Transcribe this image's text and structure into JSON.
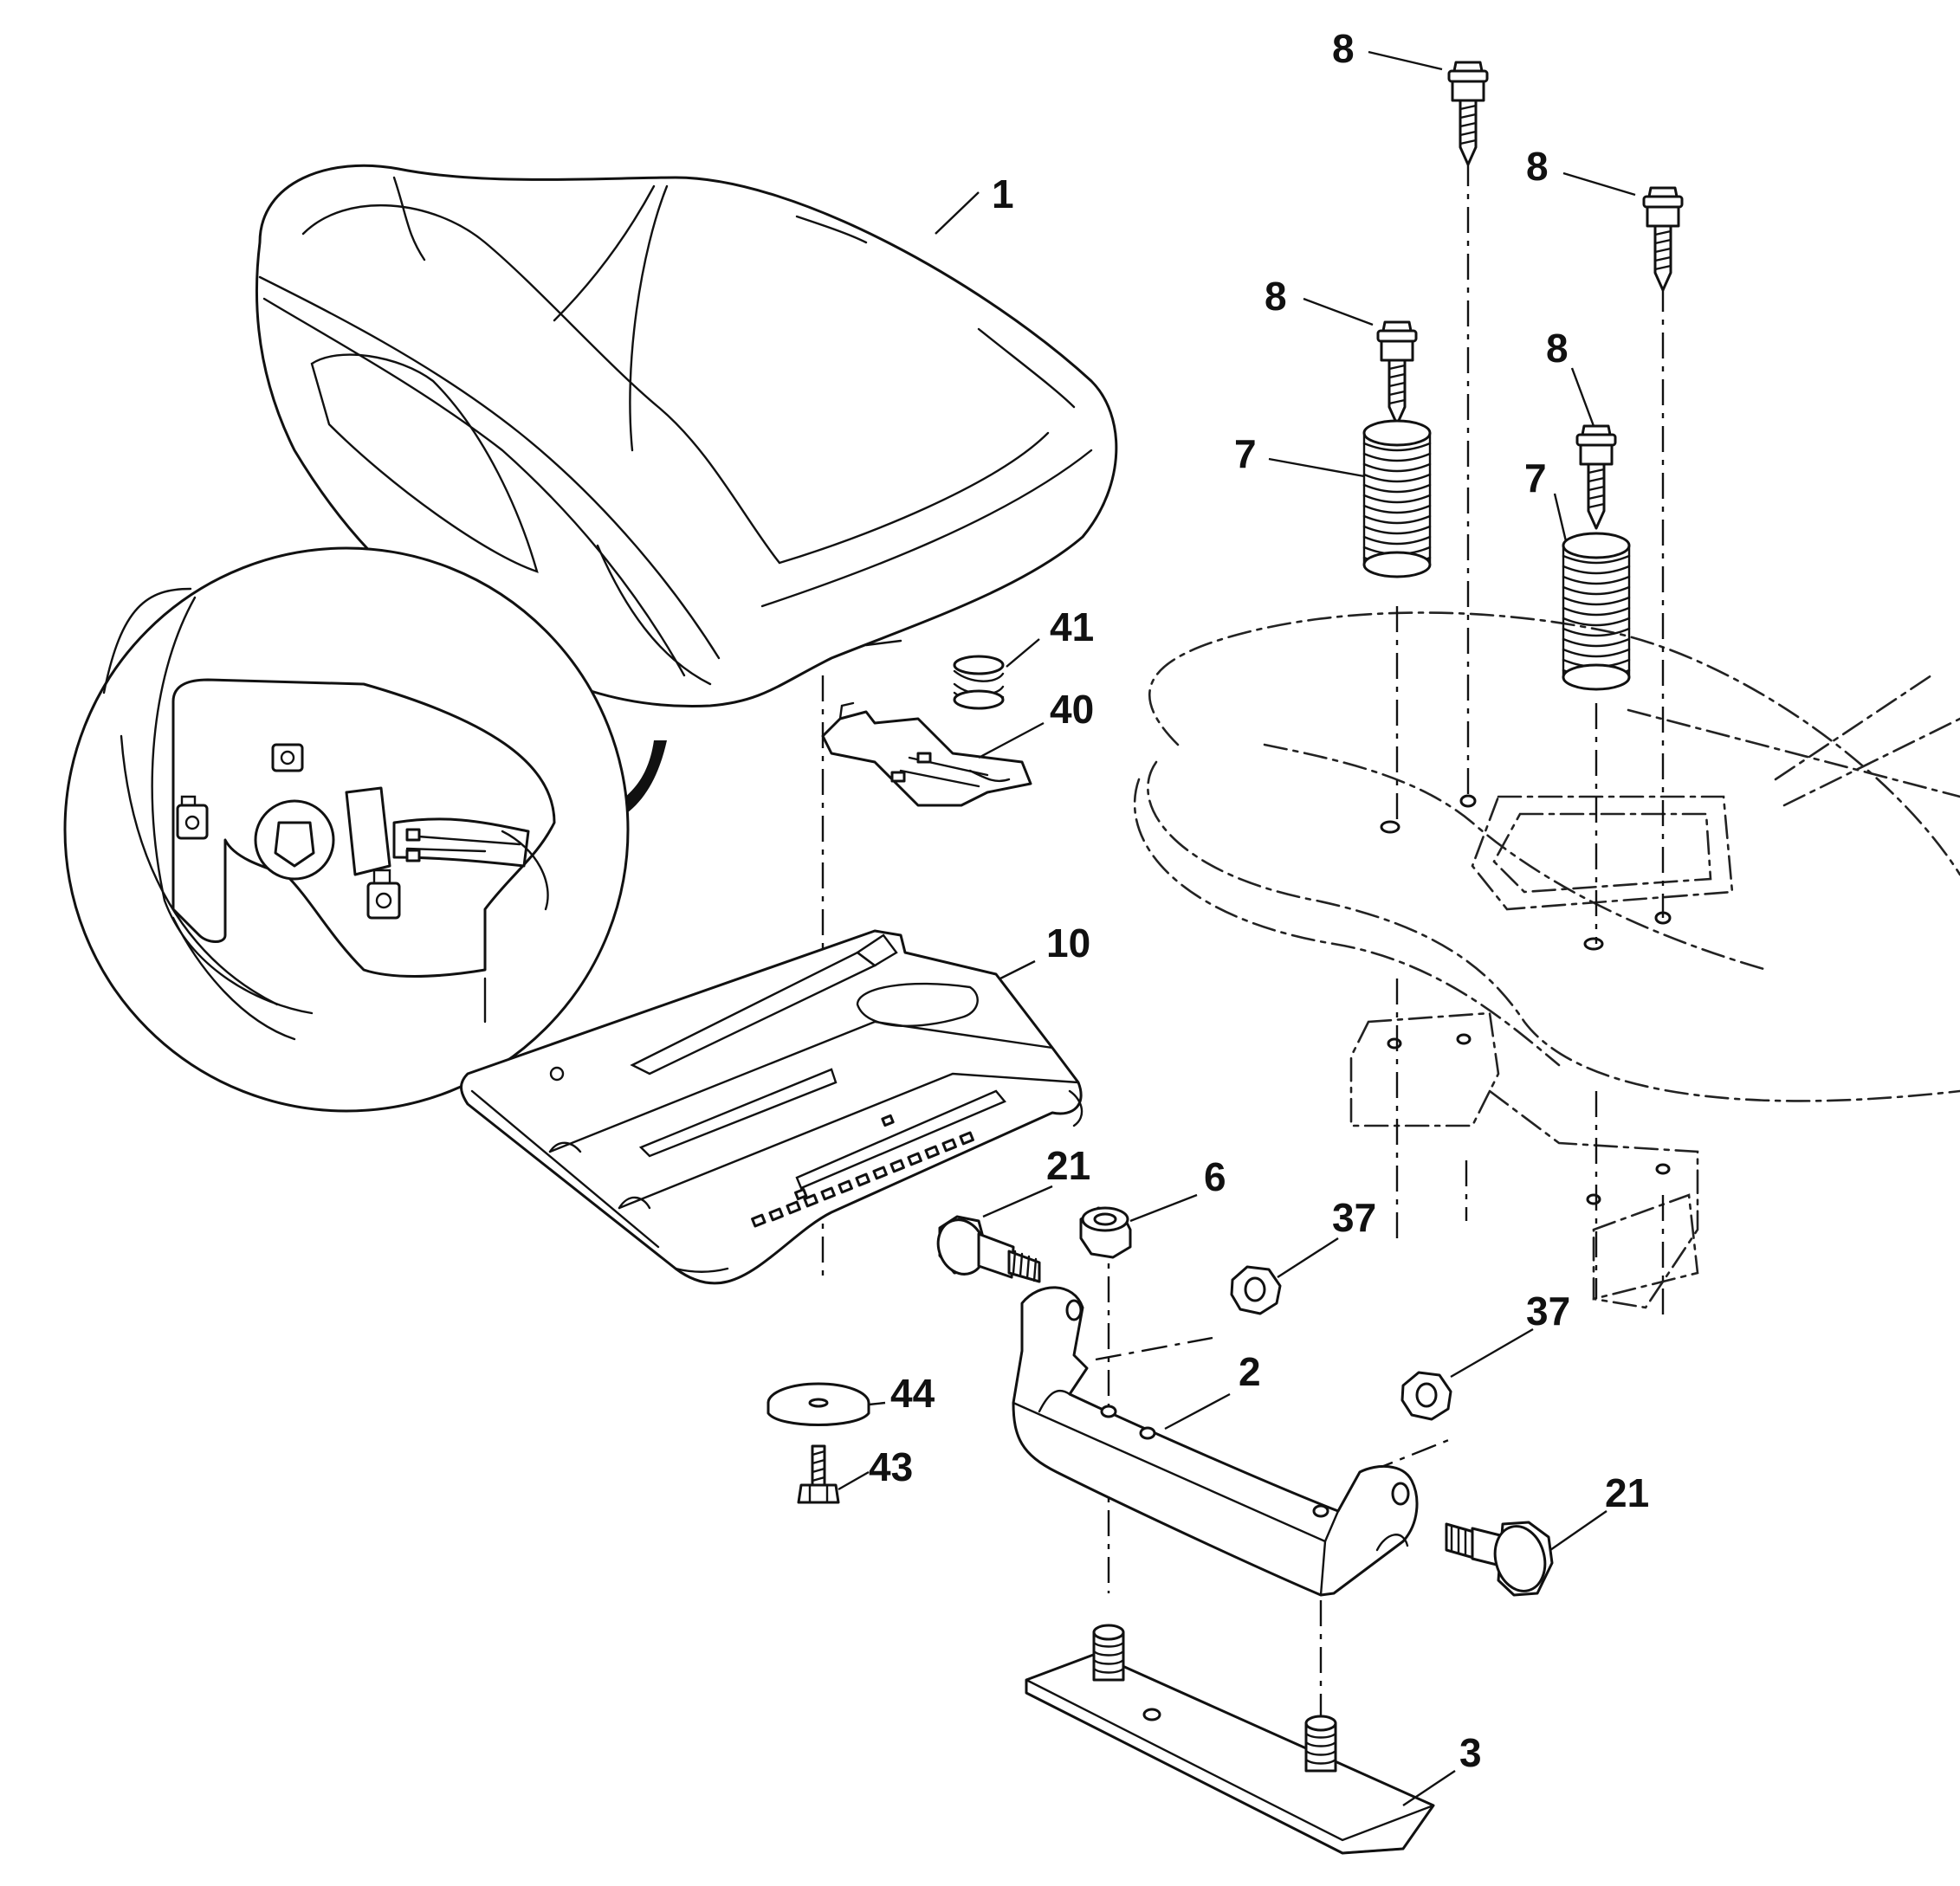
{
  "callouts": [
    {
      "id": "seat",
      "text": "1"
    },
    {
      "id": "bolt-a",
      "text": "8"
    },
    {
      "id": "bolt-b",
      "text": "8"
    },
    {
      "id": "bolt-c",
      "text": "8"
    },
    {
      "id": "bolt-d",
      "text": "8"
    },
    {
      "id": "spring-a",
      "text": "7"
    },
    {
      "id": "spring-b",
      "text": "7"
    },
    {
      "id": "small-spring",
      "text": "41"
    },
    {
      "id": "latch",
      "text": "40"
    },
    {
      "id": "seat-pan",
      "text": "10"
    },
    {
      "id": "shoulder-bolt-left",
      "text": "21"
    },
    {
      "id": "lock-nut",
      "text": "6"
    },
    {
      "id": "nut-upper",
      "text": "37"
    },
    {
      "id": "nut-lower",
      "text": "37"
    },
    {
      "id": "bracket",
      "text": "2"
    },
    {
      "id": "washer",
      "text": "44"
    },
    {
      "id": "screw",
      "text": "43"
    },
    {
      "id": "shoulder-bolt-right",
      "text": "21"
    },
    {
      "id": "base-plate",
      "text": "3"
    }
  ]
}
